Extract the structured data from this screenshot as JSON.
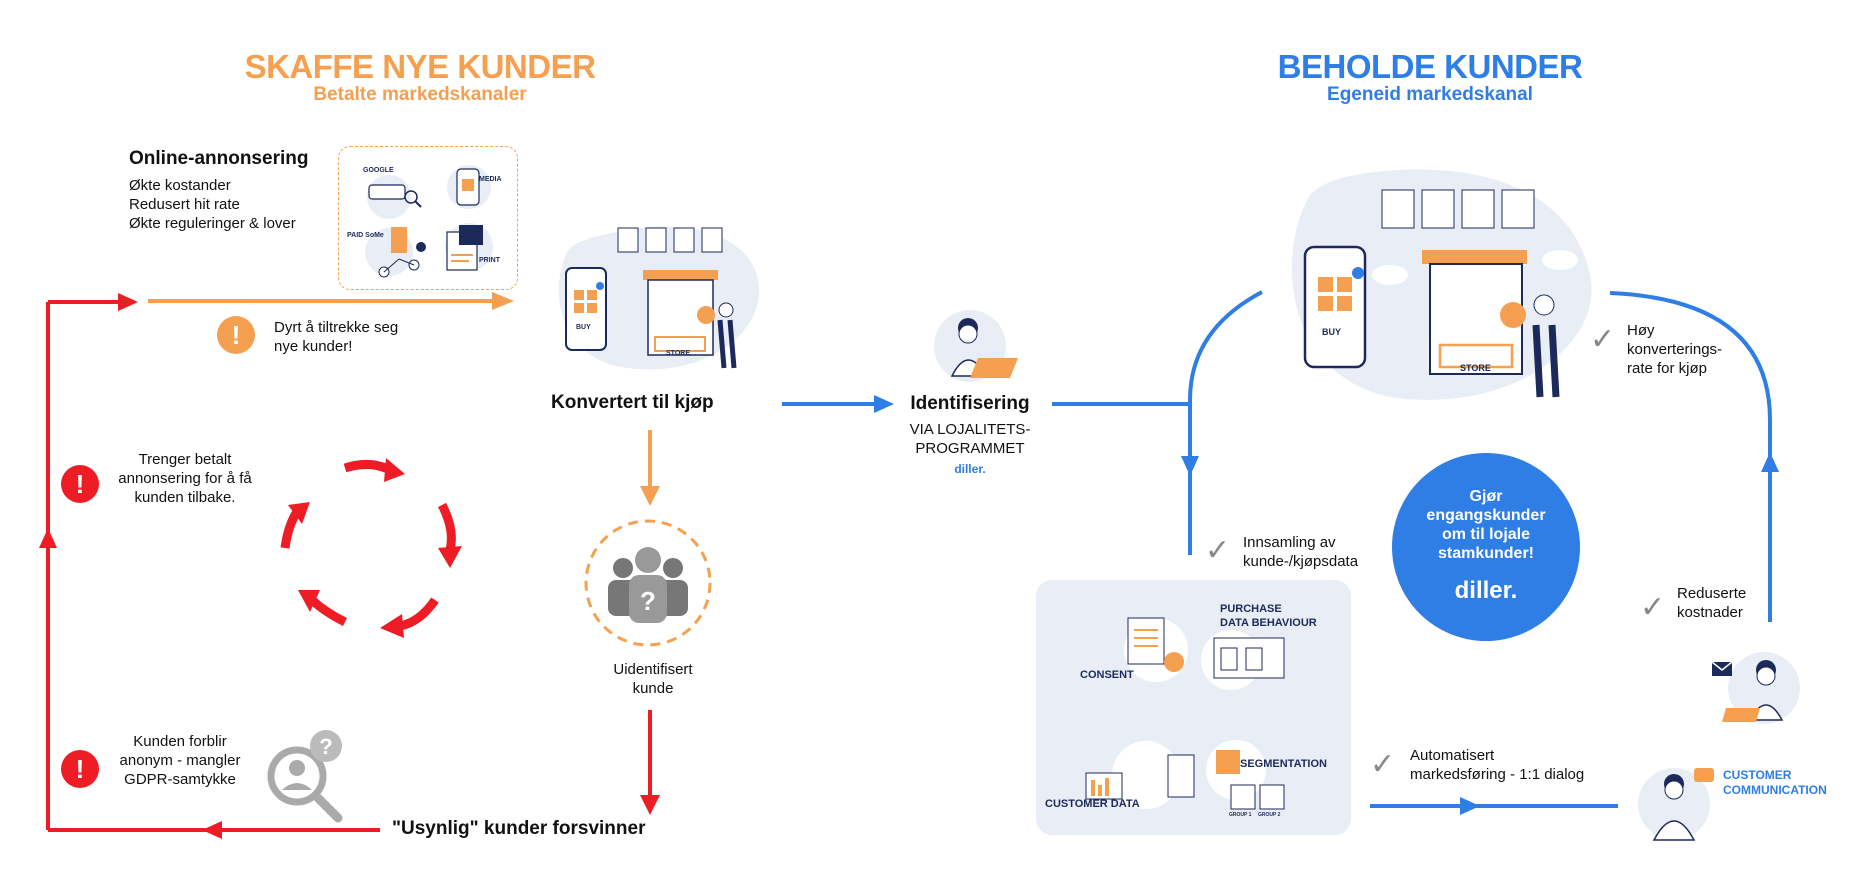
{
  "left": {
    "title": "SKAFFE NYE KUNDER",
    "subtitle": "Betalte markedskanaler",
    "online": {
      "heading": "Online-annonsering",
      "lines": [
        "Økte kostander",
        "Redusert hit rate",
        "Økte reguleringer & lover"
      ],
      "channels": [
        "GOOGLE",
        "MEDIA",
        "PAID SoMe",
        "PRINT"
      ]
    },
    "warn_expensive": [
      "Dyrt å tiltrekke seg",
      "nye kunder!"
    ],
    "converted": "Konvertert til kjøp",
    "warn_paid": [
      "Trenger betalt",
      "annonsering for å få",
      "kunden tilbake."
    ],
    "unidentified": [
      "Uidentifisert",
      "kunde"
    ],
    "warn_anon": [
      "Kunden forblir",
      "anonym - mangler",
      "GDPR-samtykke"
    ],
    "invisible": "\"Usynlig\" kunder forsvinner",
    "store_labels": [
      "BUY",
      "STORE"
    ]
  },
  "middle": {
    "identify_title": "Identifisering",
    "identify_lines": [
      "VIA LOJALITETS-",
      "PROGRAMMET"
    ],
    "brand_small": "diller."
  },
  "right": {
    "title": "BEHOLDE KUNDER",
    "subtitle": "Egeneid markedskanal",
    "high_conversion": [
      "Høy",
      "konverterings-",
      "rate for kjøp"
    ],
    "circle_text": [
      "Gjør",
      "engangskunder",
      "om til lojale",
      "stamkunder!"
    ],
    "circle_brand": "diller.",
    "collection": [
      "Innsamling av",
      "kunde-/kjøpsdata"
    ],
    "reduced_costs": [
      "Reduserte",
      "kostnader"
    ],
    "automated": [
      "Automatisert",
      "markedsføring - 1:1 dialog"
    ],
    "data_panel": {
      "consent": "CONSENT",
      "purchase": [
        "PURCHASE",
        "DATA BEHAVIOUR"
      ],
      "customer_data": "CUSTOMER DATA",
      "segmentation": "SEGMENTATION",
      "groups": [
        "GROUP 1",
        "GROUP 2"
      ]
    },
    "customer_communication": [
      "CUSTOMER",
      "COMMUNICATION"
    ],
    "store_labels": [
      "BUY",
      "STORE"
    ]
  },
  "colors": {
    "orange": "#F5A050",
    "red": "#EE1C25",
    "blue": "#2F7EE6",
    "navy": "#1B2A5A",
    "panel": "#E9EDF5"
  }
}
